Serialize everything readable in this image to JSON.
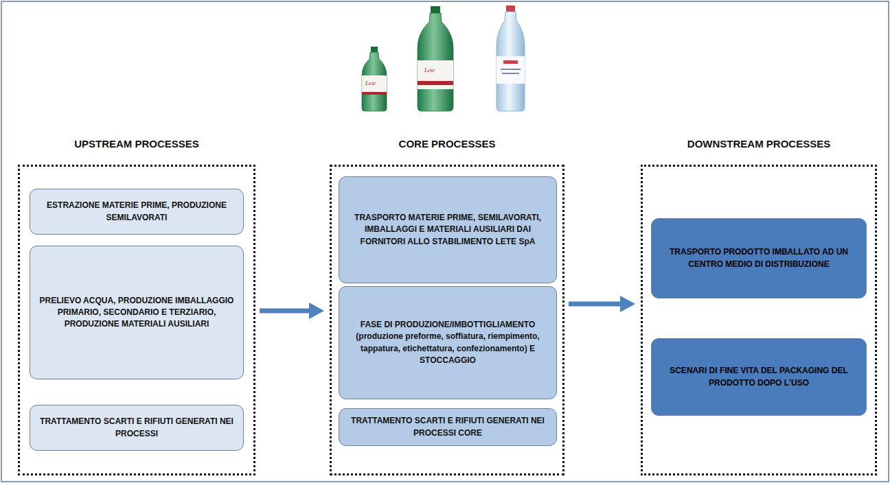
{
  "diagram": {
    "nodes": [
      {
        "text": [
          "UPSTREAM PROCESSES"
        ]
      },
      {
        "text": [
          "ESTRAZIONE MATERIE PRIME, PRODUZIONE SEMILAVORATI"
        ],
        "in": 0
      },
      {
        "text": [
          "PRELIEVO ACQUA, PRODUZIONE IMBALLAGGIO PRIMARIO, SECONDARIO E TERZIARIO, PRODUZIONE MATERIALI AUSILIARI"
        ],
        "in": 0
      },
      {
        "text": [
          "TRATTAMENTO SCARTI E RIFIUTI GENERATI NEI PROCESSI"
        ],
        "in": 0
      },
      {
        "text": [
          "CORE PROCESSES"
        ]
      },
      {
        "text": [
          "TRASPORTO MATERIE PRIME, SEMILAVORATI, IMBALLAGGI E MATERIALI AUSILIARI DAI FORNITORI ALLO STABILIMENTO LETE SpA"
        ],
        "in": 4
      },
      {
        "text": [
          "FASE DI PRODUZIONE/IMBOTTIGLIAMENTO (produzione preforme, soffiatura, riempimento, tappatura, etichettatura, confezionamento) E STOCCAGGIO"
        ],
        "in": 4
      },
      {
        "text": [
          "TRATTAMENTO SCARTI E RIFIUTI GENERATI NEI PROCESSI CORE"
        ],
        "in": 4
      },
      {
        "text": [
          "DOWNSTREAM PROCESSES"
        ]
      },
      {
        "text": [
          "TRASPORTO PRODOTTO IMBALLATO AD UN CENTRO MEDIO DI DISTRIBUZIONE"
        ],
        "in": 8
      },
      {
        "text": [
          "SCENARI DI FINE VITA DEL PACKAGING DEL PRODOTTO DOPO L'USO"
        ],
        "in": 8
      }
    ],
    "edges": [
      {
        "from": 0,
        "to": 4,
        "arrow": "to"
      },
      {
        "from": 4,
        "to": 8,
        "arrow": "to"
      }
    ],
    "labels": [
      "Lete",
      "Lete"
    ]
  }
}
